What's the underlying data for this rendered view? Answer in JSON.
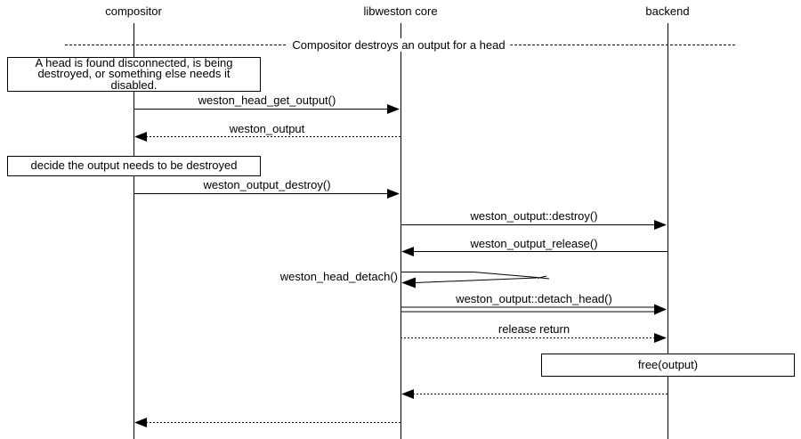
{
  "colors": {
    "line": "#000000",
    "background": "#ffffff"
  },
  "actors": {
    "compositor": "compositor",
    "libweston_core": "libweston core",
    "backend": "backend"
  },
  "divider": {
    "title": "Compositor destroys an output for a head"
  },
  "notes": {
    "head_disconnected": {
      "line1": "A head is found disconnected, is being",
      "line2": "destroyed, or something else needs it",
      "line3": "disabled."
    },
    "decide_destroy": {
      "text": "decide the output needs to be destroyed"
    },
    "free_output": {
      "text": "free(output)"
    }
  },
  "messages": {
    "head_get_output": "weston_head_get_output()",
    "weston_output_return": "weston_output",
    "output_destroy": "weston_output_destroy()",
    "output_destroy_vfunc": "weston_output::destroy()",
    "output_release": "weston_output_release()",
    "head_detach": "weston_head_detach()",
    "detach_head_vfunc": "weston_output::detach_head()",
    "release_return": "release return"
  }
}
